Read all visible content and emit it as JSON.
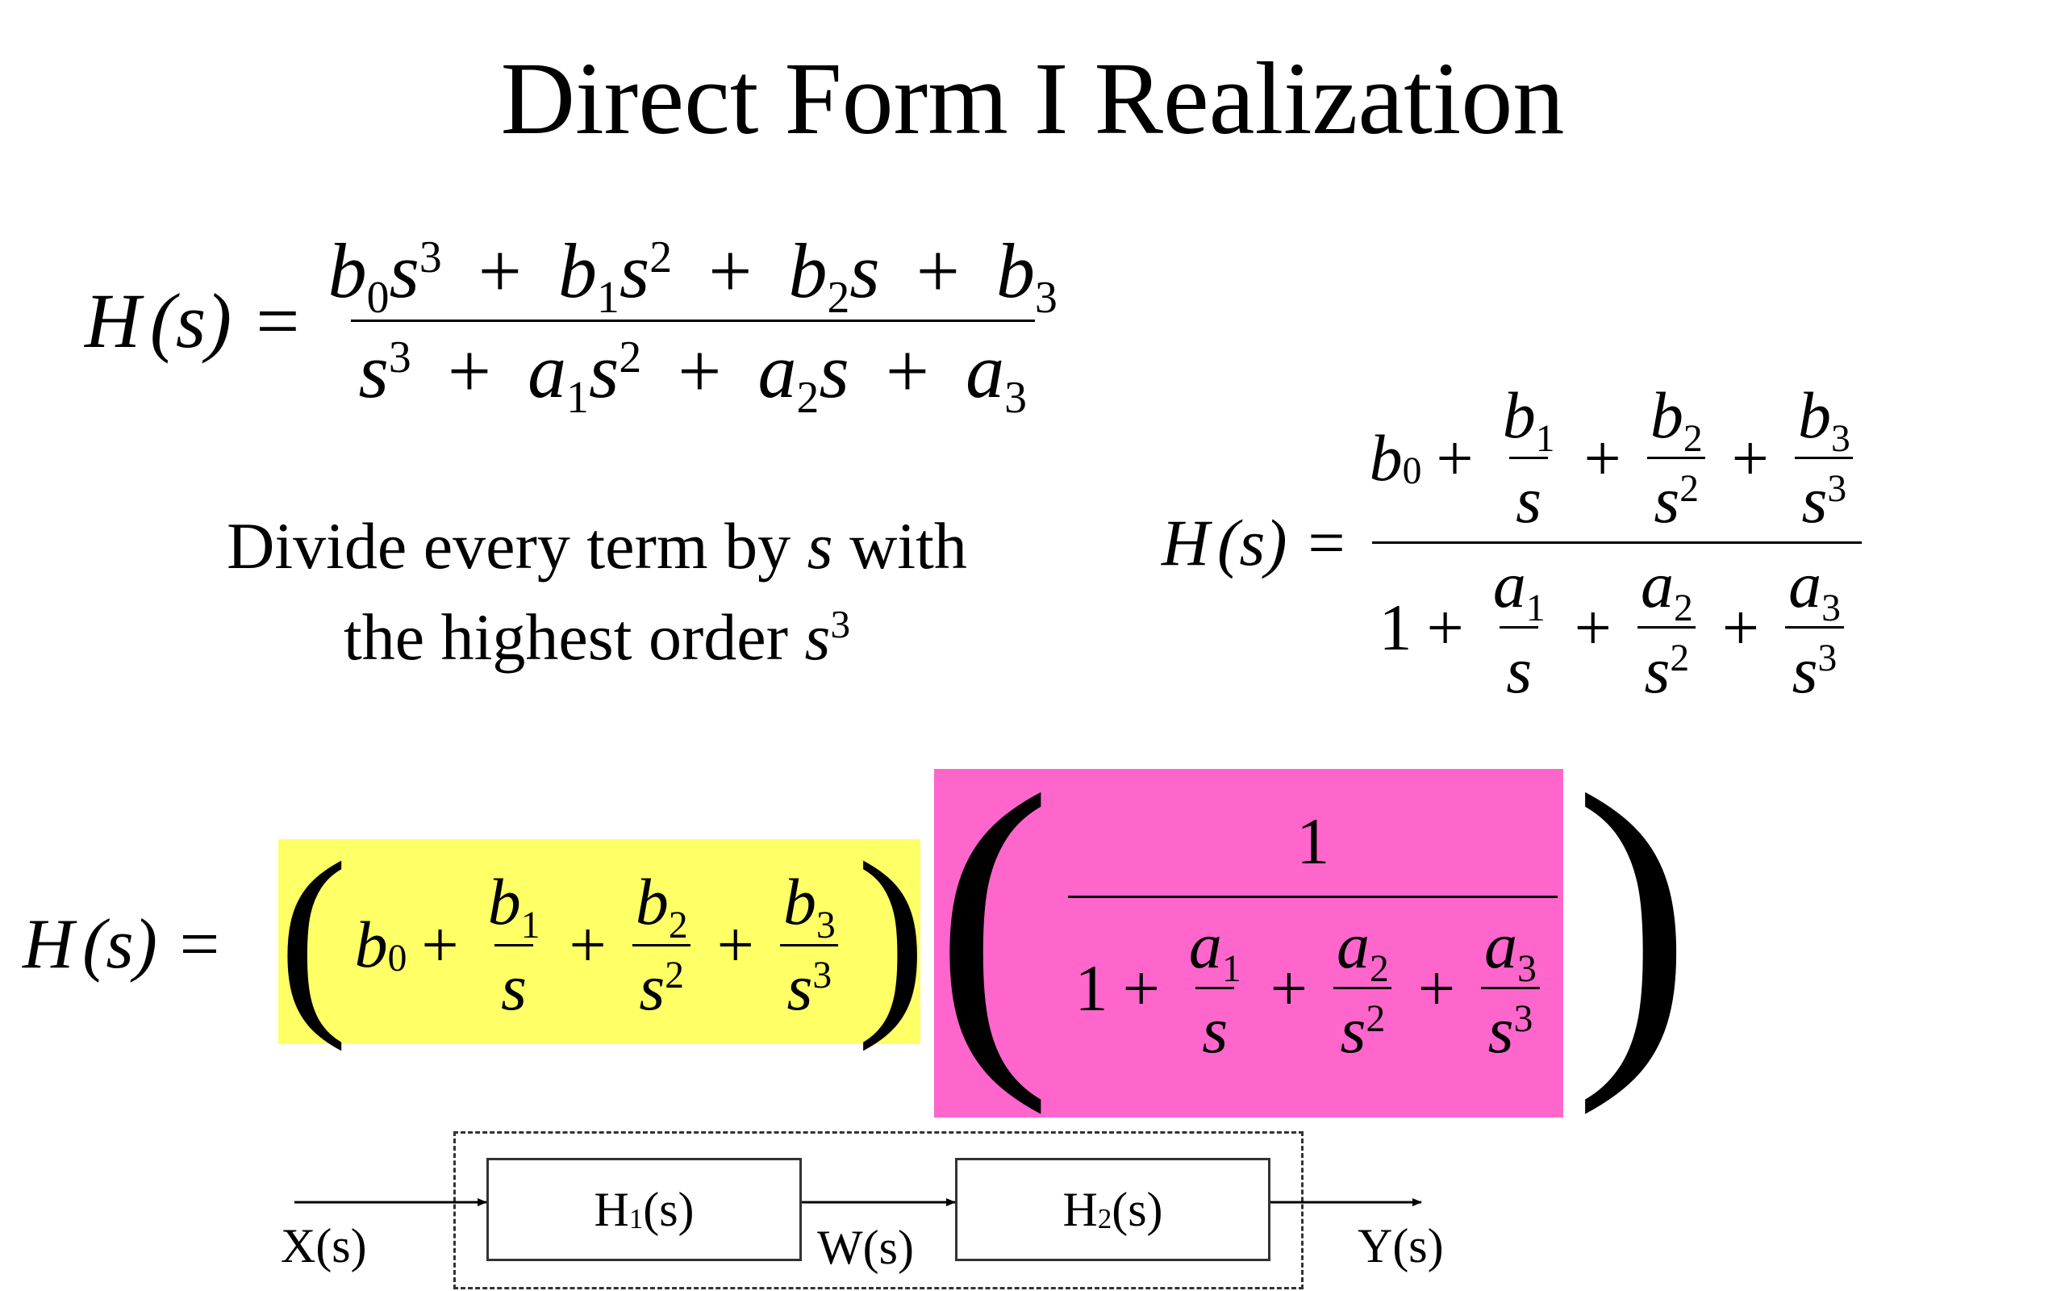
{
  "title": "Direct Form I Realization",
  "equation1": {
    "lhs_H": "H",
    "lhs_arg": "(s) =",
    "numerator": {
      "b0": "b",
      "b0_sub": "0",
      "s1": "s",
      "s1_sup": "3",
      "plus1": "+",
      "b1": "b",
      "b1_sub": "1",
      "s2": "s",
      "s2_sup": "2",
      "plus2": "+",
      "b2": "b",
      "b2_sub": "2",
      "s3": "s",
      "plus3": "+",
      "b3": "b",
      "b3_sub": "3"
    },
    "denominator": {
      "s1": "s",
      "s1_sup": "3",
      "plus1": "+",
      "a1": "a",
      "a1_sub": "1",
      "s2": "s",
      "s2_sup": "2",
      "plus2": "+",
      "a2": "a",
      "a2_sub": "2",
      "s3": "s",
      "plus3": "+",
      "a3": "a",
      "a3_sub": "3"
    }
  },
  "description": {
    "line1_pre": "Divide every term by ",
    "line1_var": "s",
    "line1_post": " with",
    "line2_pre": "the highest order ",
    "line2_var": "s",
    "line2_sup": "3"
  },
  "equation2": {
    "lhs_H": "H",
    "lhs_arg": "(s) =",
    "num": {
      "b0": "b",
      "b0_sub": "0",
      "plus": "+",
      "t1_num": "b",
      "t1_num_sub": "1",
      "t1_den": "s",
      "t2_num": "b",
      "t2_num_sub": "2",
      "t2_den": "s",
      "t2_den_sup": "2",
      "t3_num": "b",
      "t3_num_sub": "3",
      "t3_den": "s",
      "t3_den_sup": "3"
    },
    "den": {
      "one": "1",
      "plus": "+",
      "t1_num": "a",
      "t1_num_sub": "1",
      "t1_den": "s",
      "t2_num": "a",
      "t2_num_sub": "2",
      "t2_den": "s",
      "t2_den_sup": "2",
      "t3_num": "a",
      "t3_num_sub": "3",
      "t3_den": "s",
      "t3_den_sup": "3"
    }
  },
  "equation3": {
    "lhs_H": "H",
    "lhs_arg": "(s) =",
    "left_paren": "(",
    "right_paren": ")",
    "yellow": {
      "b0": "b",
      "b0_sub": "0",
      "plus": "+",
      "t1_num": "b",
      "t1_num_sub": "1",
      "t1_den": "s",
      "t2_num": "b",
      "t2_num_sub": "2",
      "t2_den": "s",
      "t2_den_sup": "2",
      "t3_num": "b",
      "t3_num_sub": "3",
      "t3_den": "s",
      "t3_den_sup": "3"
    },
    "pink": {
      "numerator": "1",
      "one": "1",
      "plus": "+",
      "t1_num": "a",
      "t1_num_sub": "1",
      "t1_den": "s",
      "t2_num": "a",
      "t2_num_sub": "2",
      "t2_den": "s",
      "t2_den_sup": "2",
      "t3_num": "a",
      "t3_num_sub": "3",
      "t3_den": "s",
      "t3_den_sup": "3"
    }
  },
  "diagram": {
    "input_label": "X(s)",
    "h1_main": "H",
    "h1_sub": "1",
    "h1_arg": "(s)",
    "mid_label": "W(s)",
    "h2_main": "H",
    "h2_sub": "2",
    "h2_arg": "(s)",
    "output_label": "Y(s)"
  },
  "colors": {
    "yellow_highlight": "#FFFF66",
    "pink_highlight": "#FF66CC"
  }
}
